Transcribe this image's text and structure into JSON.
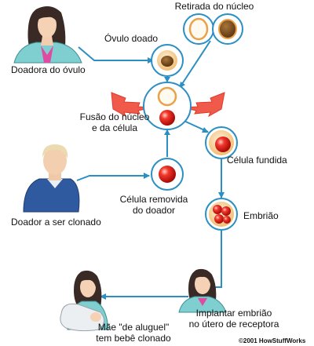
{
  "labels": {
    "nucleus_removal": "Retirada do núcleo",
    "donated_egg": "Óvulo doado",
    "egg_donor": "Doadora do óvulo",
    "fusion_line1": "Fusão do núcleo",
    "fusion_line2": "e da célula",
    "fused_cell": "Célula fundida",
    "removed_cell_line1": "Célula removida",
    "removed_cell_line2": "do doador",
    "donor_cloned": "Doador a ser clonado",
    "embryo": "Embrião",
    "implant_line1": "Implantar embrião",
    "implant_line2": "no útero de receptora",
    "surrogate_line1": "Mãe \"de aluguel\"",
    "surrogate_line2": "tem bebê clonado"
  },
  "credit": "©2001 HowStuffWorks",
  "colors": {
    "flow_line": "#2c8fc4",
    "cell_ring": "#2c8fc4",
    "egg_outer": "#f3c98a",
    "nucleus": "#7a4a1c",
    "red_cell": "#e21b12",
    "spark": "#f05a4a"
  }
}
